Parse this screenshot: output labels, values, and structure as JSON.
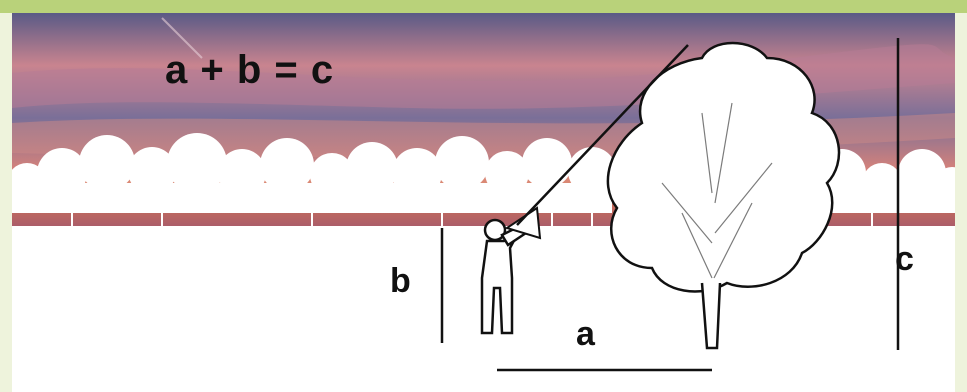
{
  "diagram": {
    "formula": "a + b = c",
    "labels": {
      "a": "a",
      "b": "b",
      "c": "c"
    }
  },
  "colors": {
    "top_bar": "#b9d27a",
    "sky_top": "#3d4a7a",
    "sky_mid": "#d98a8a",
    "sunset_glow": "#e8915a"
  }
}
